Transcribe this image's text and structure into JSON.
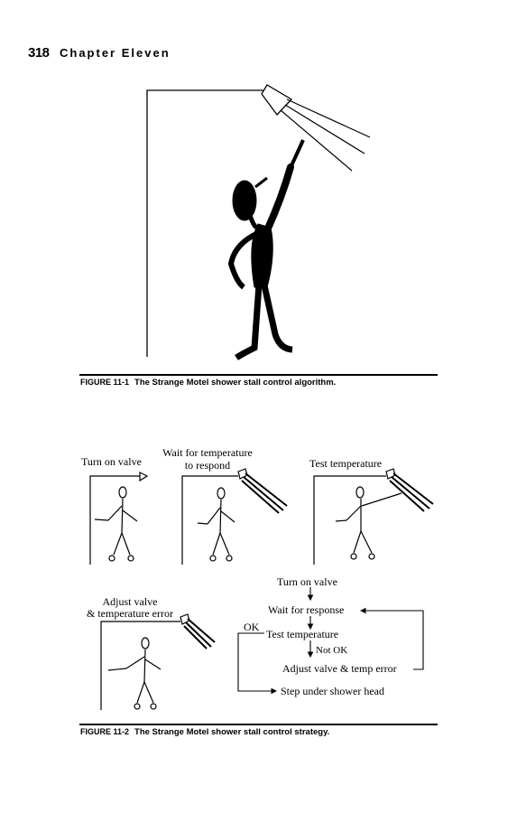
{
  "header": {
    "page_number": "318",
    "chapter": "Chapter Eleven"
  },
  "figure1": {
    "label": "FIGURE 11-1",
    "caption": "The Strange Motel shower stall control algorithm."
  },
  "figure2": {
    "label": "FIGURE 11-2",
    "caption": "The Strange Motel shower stall control strategy.",
    "panels": {
      "turn_on_valve": "Turn on valve",
      "wait_line1": "Wait for temperature",
      "wait_line2": "to respond",
      "test_temperature": "Test temperature",
      "adjust_line1": "Adjust valve",
      "adjust_line2": "& temperature error"
    },
    "flowchart": {
      "step1": "Turn on valve",
      "step2": "Wait for response",
      "step3": "Test temperature",
      "ok_label": "OK",
      "not_ok_label": "Not OK",
      "step4": "Adjust valve & temp error",
      "step5": "Step under shower head"
    }
  }
}
